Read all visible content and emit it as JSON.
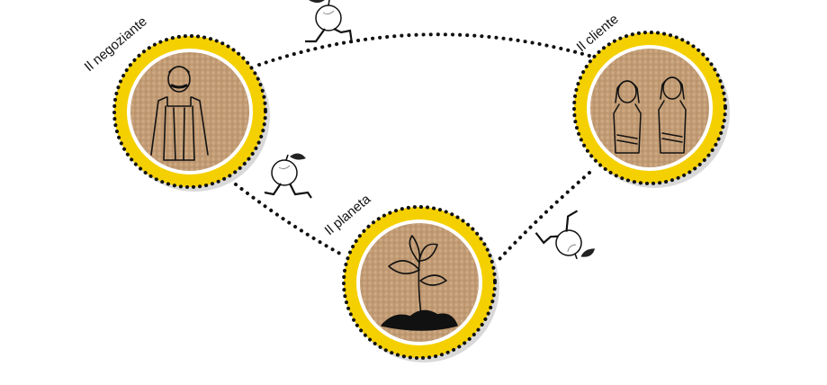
{
  "nodes": {
    "merchant": {
      "label": "Il negoziante",
      "icon": "shopkeeper-drawing"
    },
    "customer": {
      "label": "Il cliente",
      "icon": "two-customers-drawing"
    },
    "planet": {
      "label": "Il planeta",
      "icon": "sprouting-plant-drawing"
    }
  },
  "walkers": [
    "walking-apple-icon",
    "walking-apple-icon",
    "walking-apple-icon"
  ],
  "colors": {
    "ring": "#f5d000",
    "kraft": "#c8a27a",
    "dots": "#111111",
    "shadow": "#d6d6d6"
  }
}
